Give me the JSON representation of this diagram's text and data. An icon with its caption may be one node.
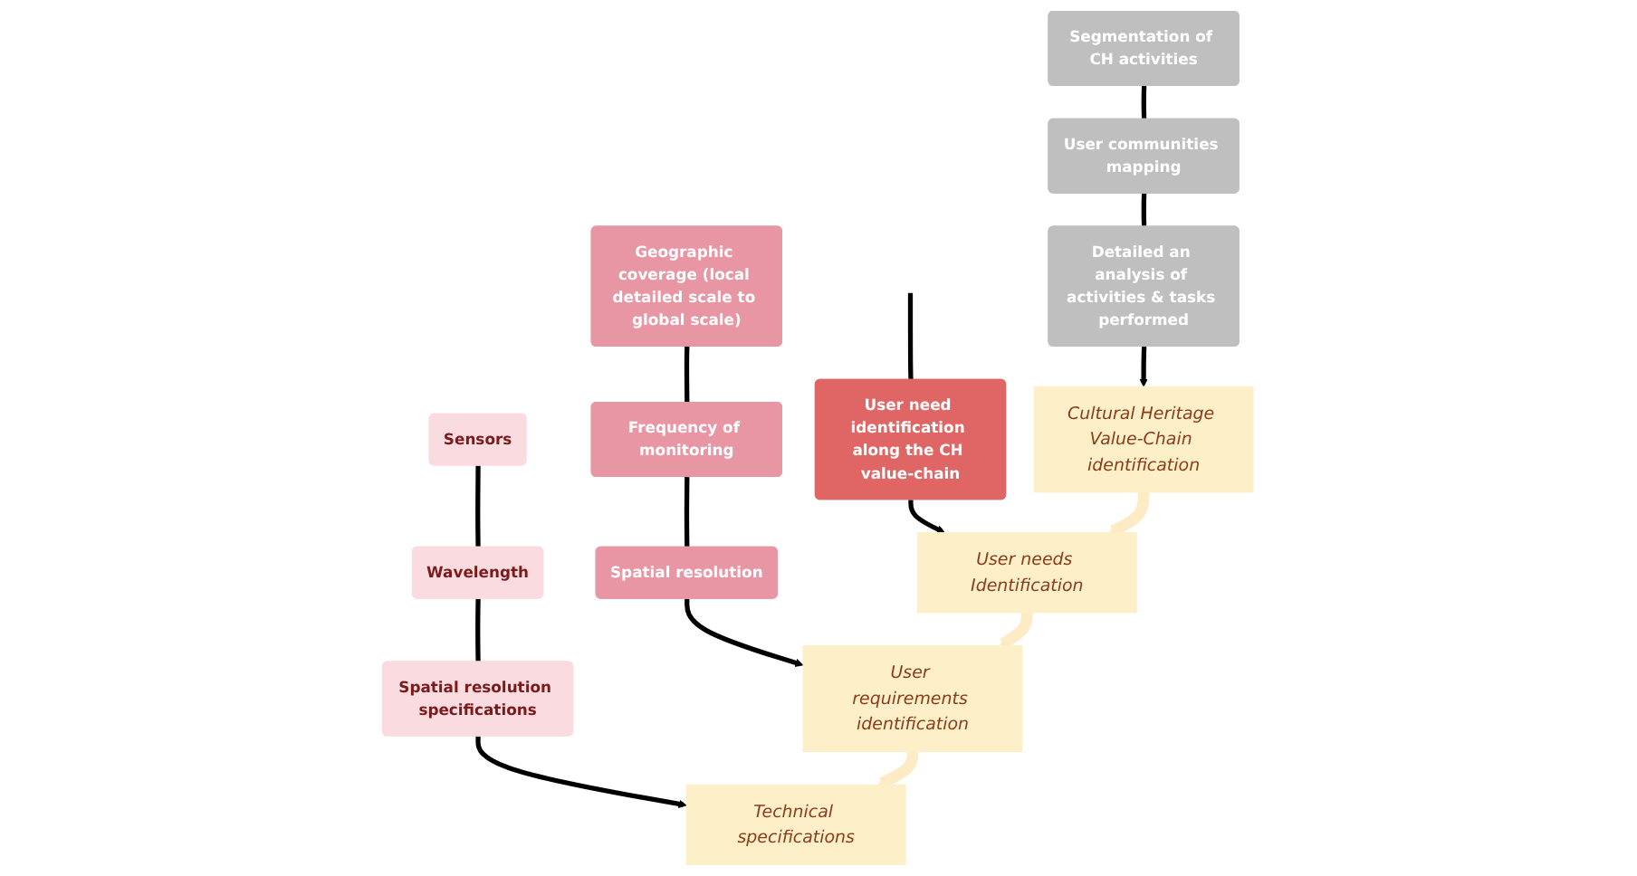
{
  "diagram": {
    "nodes": [
      {
        "text": [
          "Segmentation of CH activities"
        ]
      },
      {
        "text": [
          "User communities mapping"
        ]
      },
      {
        "text": [
          "Detailed an analysis of activities & tasks performed"
        ]
      },
      {
        "text": [
          "Cultural Heritage Value-Chain identification"
        ]
      },
      {
        "text": [
          "User need identification along the CH value-chain"
        ]
      },
      {
        "text": [
          "User needs Identification"
        ]
      },
      {
        "text": [
          "Geographic coverage (local detailed scale to global scale)"
        ]
      },
      {
        "text": [
          "Frequency of monitoring"
        ]
      },
      {
        "text": [
          "Spatial resolution"
        ]
      },
      {
        "text": [
          "User requirements identification"
        ]
      },
      {
        "text": [
          "Sensors"
        ]
      },
      {
        "text": [
          "Wavelength"
        ]
      },
      {
        "text": [
          "Spatial resolution specifications"
        ]
      },
      {
        "text": [
          "Technical specifications"
        ]
      }
    ],
    "edges": [
      {
        "from": 0,
        "to": 1,
        "arrow": "none"
      },
      {
        "from": 1,
        "to": 2,
        "arrow": "none"
      },
      {
        "from": 2,
        "to": 3,
        "arrow": "to"
      },
      {
        "from": null,
        "to": 4,
        "arrow": "none"
      },
      {
        "from": 4,
        "to": 5,
        "arrow": "to"
      },
      {
        "from": 6,
        "to": 7,
        "arrow": "none"
      },
      {
        "from": 7,
        "to": 8,
        "arrow": "none"
      },
      {
        "from": 8,
        "to": 9,
        "arrow": "to"
      },
      {
        "from": 10,
        "to": 11,
        "arrow": "none"
      },
      {
        "from": 11,
        "to": 12,
        "arrow": "none"
      },
      {
        "from": 12,
        "to": 13,
        "arrow": "to"
      },
      {
        "from": 3,
        "to": 5,
        "arrow": "to",
        "style": "thick",
        "color": "#fcebc4"
      },
      {
        "from": 5,
        "to": 9,
        "arrow": "to",
        "style": "thick",
        "color": "#fcebc4"
      },
      {
        "from": 9,
        "to": 13,
        "arrow": "to",
        "style": "thick",
        "color": "#fcebc4"
      }
    ]
  }
}
